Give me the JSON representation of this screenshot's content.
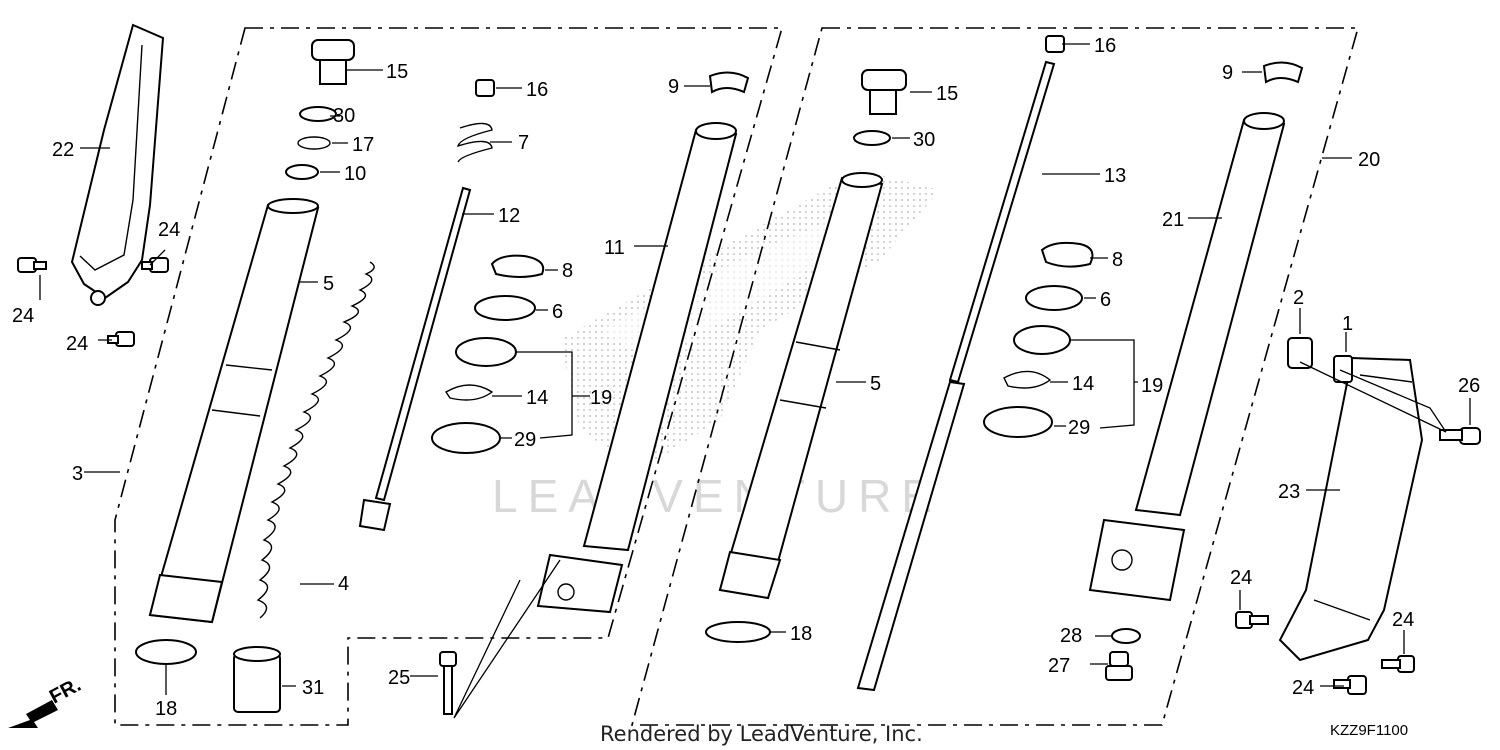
{
  "diagram": {
    "callouts": {
      "n1": "1",
      "n2": "2",
      "n3": "3",
      "n4": "4",
      "n5": "5",
      "n6": "6",
      "n7": "7",
      "n8": "8",
      "n9": "9",
      "n10": "10",
      "n11": "11",
      "n12": "12",
      "n13": "13",
      "n14": "14",
      "n15": "15",
      "n16": "16",
      "n17": "17",
      "n18": "18",
      "n19": "19",
      "n20": "20",
      "n21": "21",
      "n22": "22",
      "n23": "23",
      "n24": "24",
      "n25": "25",
      "n26": "26",
      "n27": "27",
      "n28": "28",
      "n29": "29",
      "n30": "30",
      "n31": "31"
    },
    "front_marker": "FR.",
    "watermark": "LEADVENTURE",
    "footer_credit": "Rendered by LeadVenture, Inc.",
    "diagram_code": "KZZ9F1100",
    "colors": {
      "line": "#000000",
      "watermark": "#d8d8d8",
      "background": "#ffffff"
    }
  }
}
